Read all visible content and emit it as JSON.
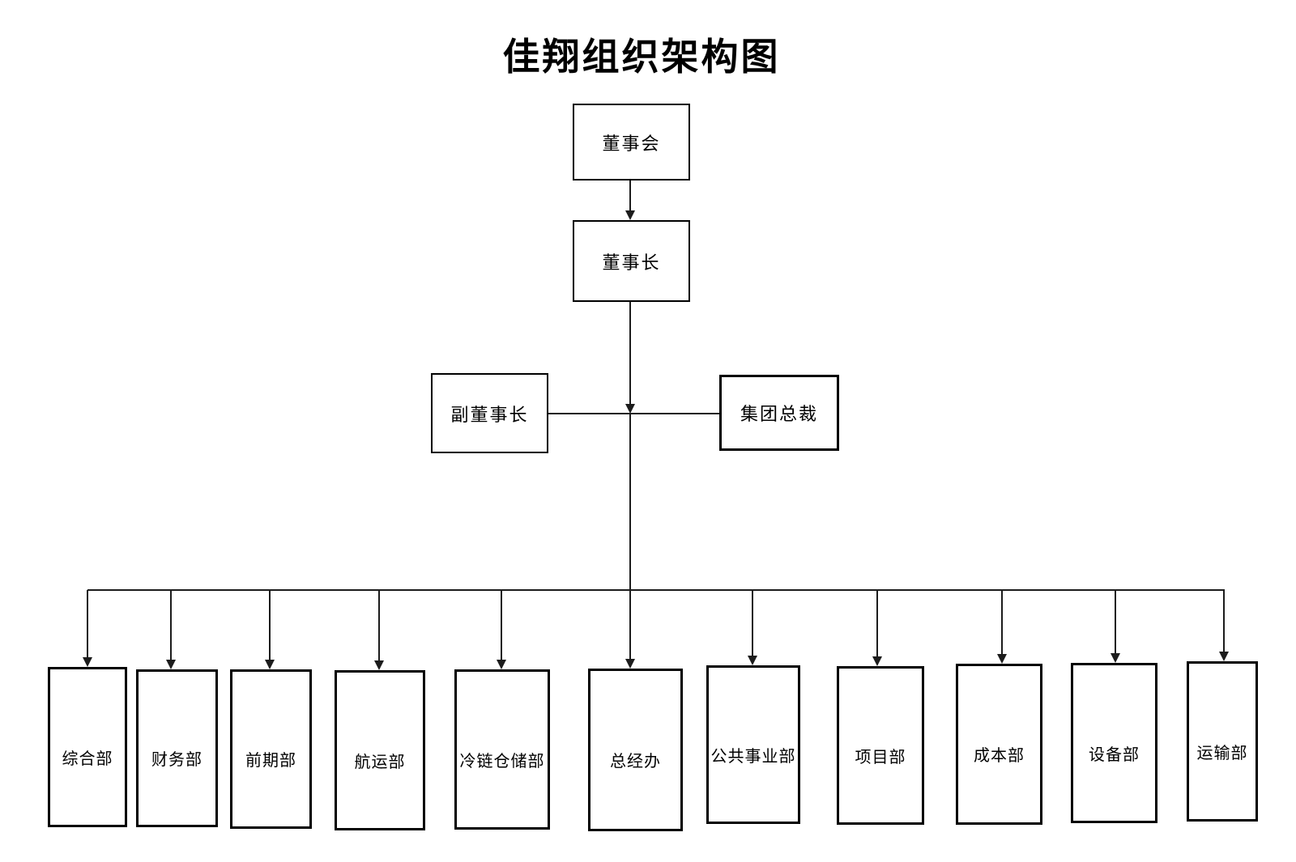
{
  "title": "佳翔组织架构图",
  "nodes": {
    "board": "董事会",
    "chairman": "董事长",
    "vice_chairman": "副董事长",
    "group_president": "集团总裁"
  },
  "departments": [
    "综合部",
    "财务部",
    "前期部",
    "航运部",
    "冷链仓储部",
    "总经办",
    "公共事业部",
    "项目部",
    "成本部",
    "设备部",
    "运输部"
  ],
  "colors": {
    "line": "#1c1c1c",
    "border": "#000000",
    "text": "#000000",
    "background": "#ffffff"
  }
}
